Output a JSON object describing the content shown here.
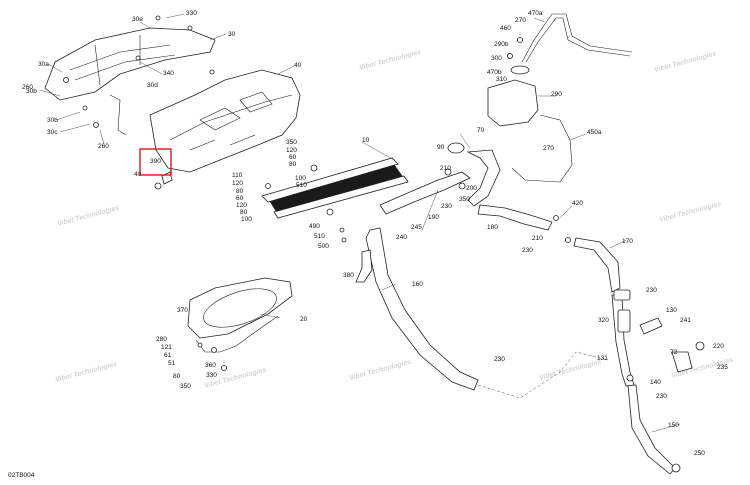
{
  "diagram": {
    "code": "02TB004",
    "highlight_label": "390",
    "highlight_color": "#e0161f",
    "line_color": "#222222",
    "watermark_text": "Vibet Technologies",
    "labels": {
      "fairing": [
        "330",
        "30e",
        "30",
        "30a",
        "40",
        "340",
        "30b",
        "30d",
        "260",
        "30c",
        "260",
        "30b"
      ],
      "radiator": [
        "10",
        "350",
        "120",
        "60",
        "80",
        "100",
        "510",
        "110",
        "120",
        "80",
        "60",
        "120",
        "80",
        "100",
        "490",
        "510",
        "500"
      ],
      "hoses": [
        "70",
        "90",
        "210",
        "200",
        "350",
        "230",
        "190",
        "240",
        "245",
        "380",
        "180",
        "160",
        "230",
        "150",
        "250"
      ],
      "tank": [
        "470a",
        "270",
        "460",
        "290b",
        "300",
        "470b",
        "310",
        "290",
        "450a",
        "270",
        "420",
        "210",
        "230",
        "170"
      ],
      "fan": [
        "370",
        "20",
        "280",
        "121",
        "61",
        "51",
        "80",
        "350",
        "360",
        "330"
      ],
      "thermostat": [
        "230",
        "130",
        "320",
        "241",
        "131",
        "72",
        "220",
        "235",
        "140",
        "230"
      ],
      "part_40_near_390": "40"
    }
  }
}
